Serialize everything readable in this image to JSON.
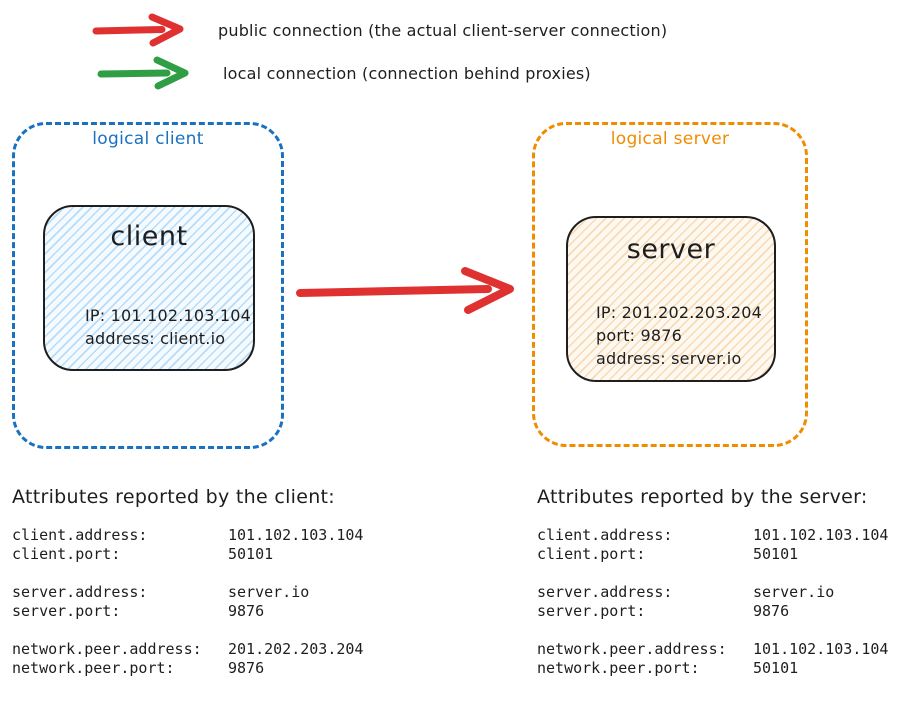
{
  "legend": {
    "public": {
      "label": "public connection (the actual client-server connection)",
      "color": "#e03131"
    },
    "local": {
      "label": "local connection (connection behind proxies)",
      "color": "#2f9e44"
    }
  },
  "diagram": {
    "client_group": {
      "label": "logical client",
      "accent_color": "#1971c2",
      "node": {
        "title": "client",
        "line1": "IP: 101.102.103.104",
        "line2": "address: client.io"
      }
    },
    "server_group": {
      "label": "logical server",
      "accent_color": "#f08c00",
      "node": {
        "title": "server",
        "line1": "IP: 201.202.203.204",
        "line2": "port: 9876",
        "line3": "address: server.io"
      }
    },
    "connection": {
      "type": "public",
      "color": "#e03131",
      "from": "client",
      "to": "server"
    }
  },
  "attributes": {
    "client": {
      "heading": "Attributes reported by the client:",
      "groups": [
        [
          {
            "key": "client.address:",
            "value": "101.102.103.104"
          },
          {
            "key": "client.port:",
            "value": "50101"
          }
        ],
        [
          {
            "key": "server.address:",
            "value": "server.io"
          },
          {
            "key": "server.port:",
            "value": "9876"
          }
        ],
        [
          {
            "key": "network.peer.address:",
            "value": "201.202.203.204"
          },
          {
            "key": "network.peer.port:",
            "value": "9876"
          }
        ]
      ]
    },
    "server": {
      "heading": "Attributes reported by the server:",
      "groups": [
        [
          {
            "key": "client.address:",
            "value": "101.102.103.104"
          },
          {
            "key": "client.port:",
            "value": "50101"
          }
        ],
        [
          {
            "key": "server.address:",
            "value": "server.io"
          },
          {
            "key": "server.port:",
            "value": "9876"
          }
        ],
        [
          {
            "key": "network.peer.address:",
            "value": "101.102.103.104"
          },
          {
            "key": "network.peer.port:",
            "value": "50101"
          }
        ]
      ]
    }
  }
}
